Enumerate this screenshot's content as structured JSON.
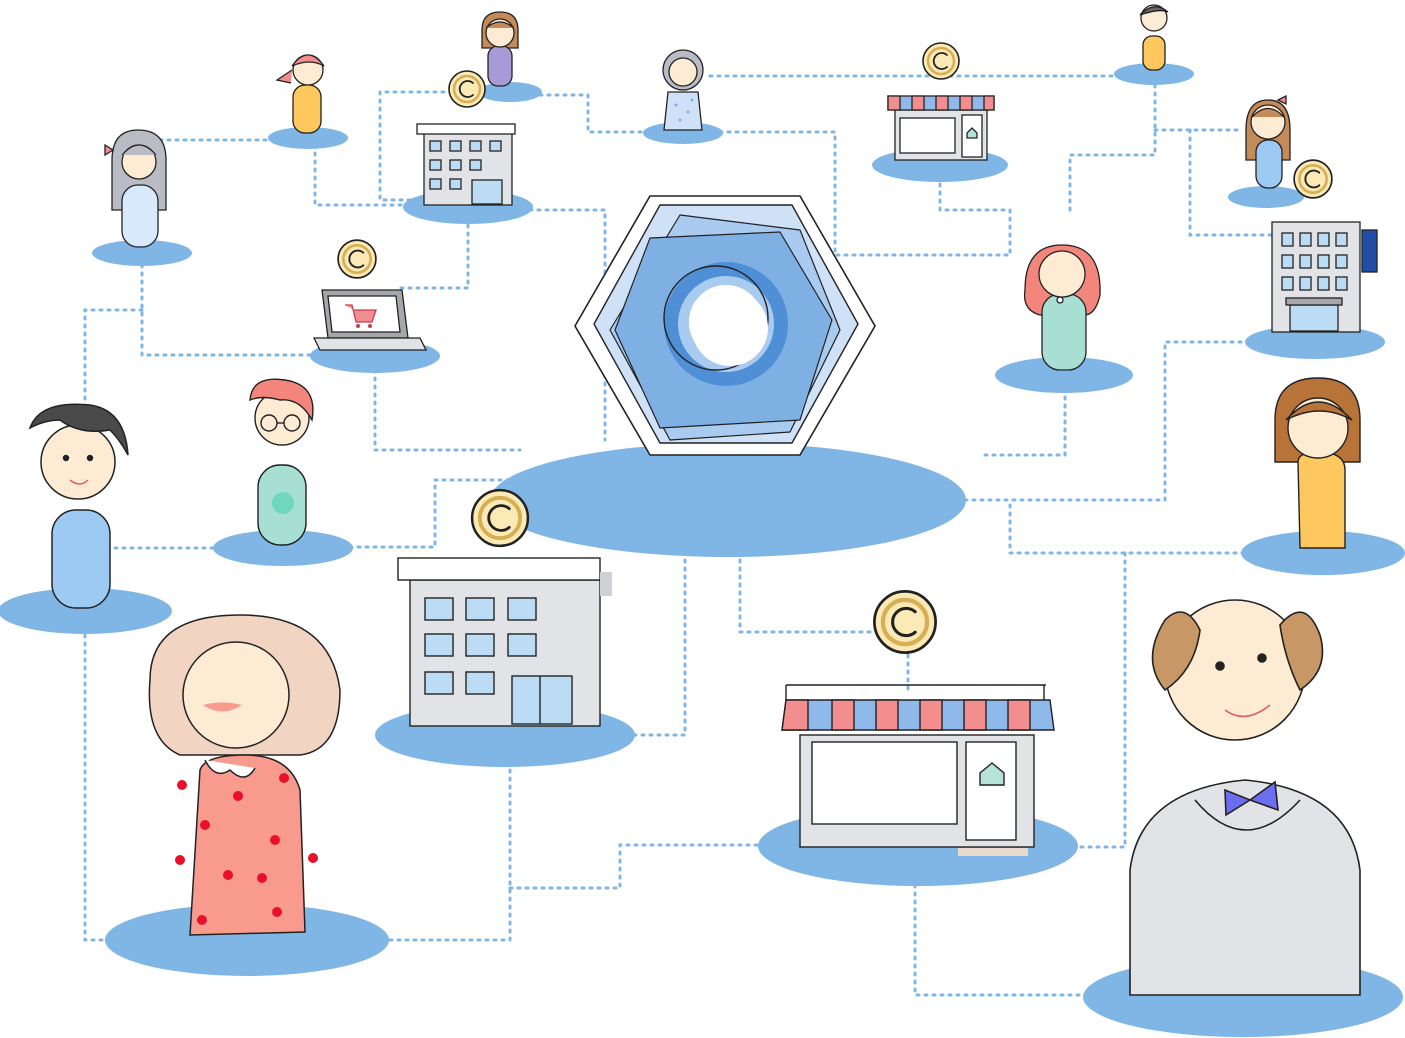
{
  "palette": {
    "base": "#7fb6e6",
    "link": "#7fb6e6",
    "hub_light": "#cfe1f6",
    "hub_mid": "#7fb0e3",
    "coin_fill": "#fbe9b6",
    "coin_edge": "#d8ae55",
    "skin": "#fdebd3",
    "awning_red": "#f28e8e",
    "awning_blue": "#8fb9ea",
    "building_gray": "#e2e3e6",
    "window_blue": "#bcdcf6"
  },
  "network": {
    "hub": "blockchain-hexagon",
    "node_count": 24,
    "nodes": [
      {
        "kind": "person",
        "icon": "man-icon"
      },
      {
        "kind": "person",
        "icon": "woman-polka-dress-icon"
      },
      {
        "kind": "person",
        "icon": "man-glasses-icon"
      },
      {
        "kind": "person",
        "icon": "dog-waiter-icon"
      },
      {
        "kind": "building",
        "icon": "office-building-icon"
      },
      {
        "kind": "shop",
        "icon": "storefront-icon"
      },
      {
        "kind": "device",
        "icon": "laptop-cart-icon"
      },
      {
        "kind": "token",
        "icon": "coin-icon"
      }
    ]
  }
}
